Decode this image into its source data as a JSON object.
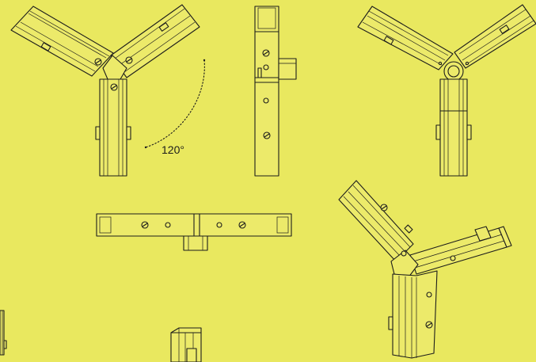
{
  "figure": {
    "background_color": "#e9e85f",
    "line_color": "#1d1d1b",
    "views": [
      "y-connector-front-view",
      "y-connector-side-view",
      "y-connector-iso-top-view",
      "y-connector-bottom-view",
      "y-connector-iso-view",
      "y-connector-partial-views"
    ]
  },
  "annotations": {
    "angle_label": "120°"
  }
}
